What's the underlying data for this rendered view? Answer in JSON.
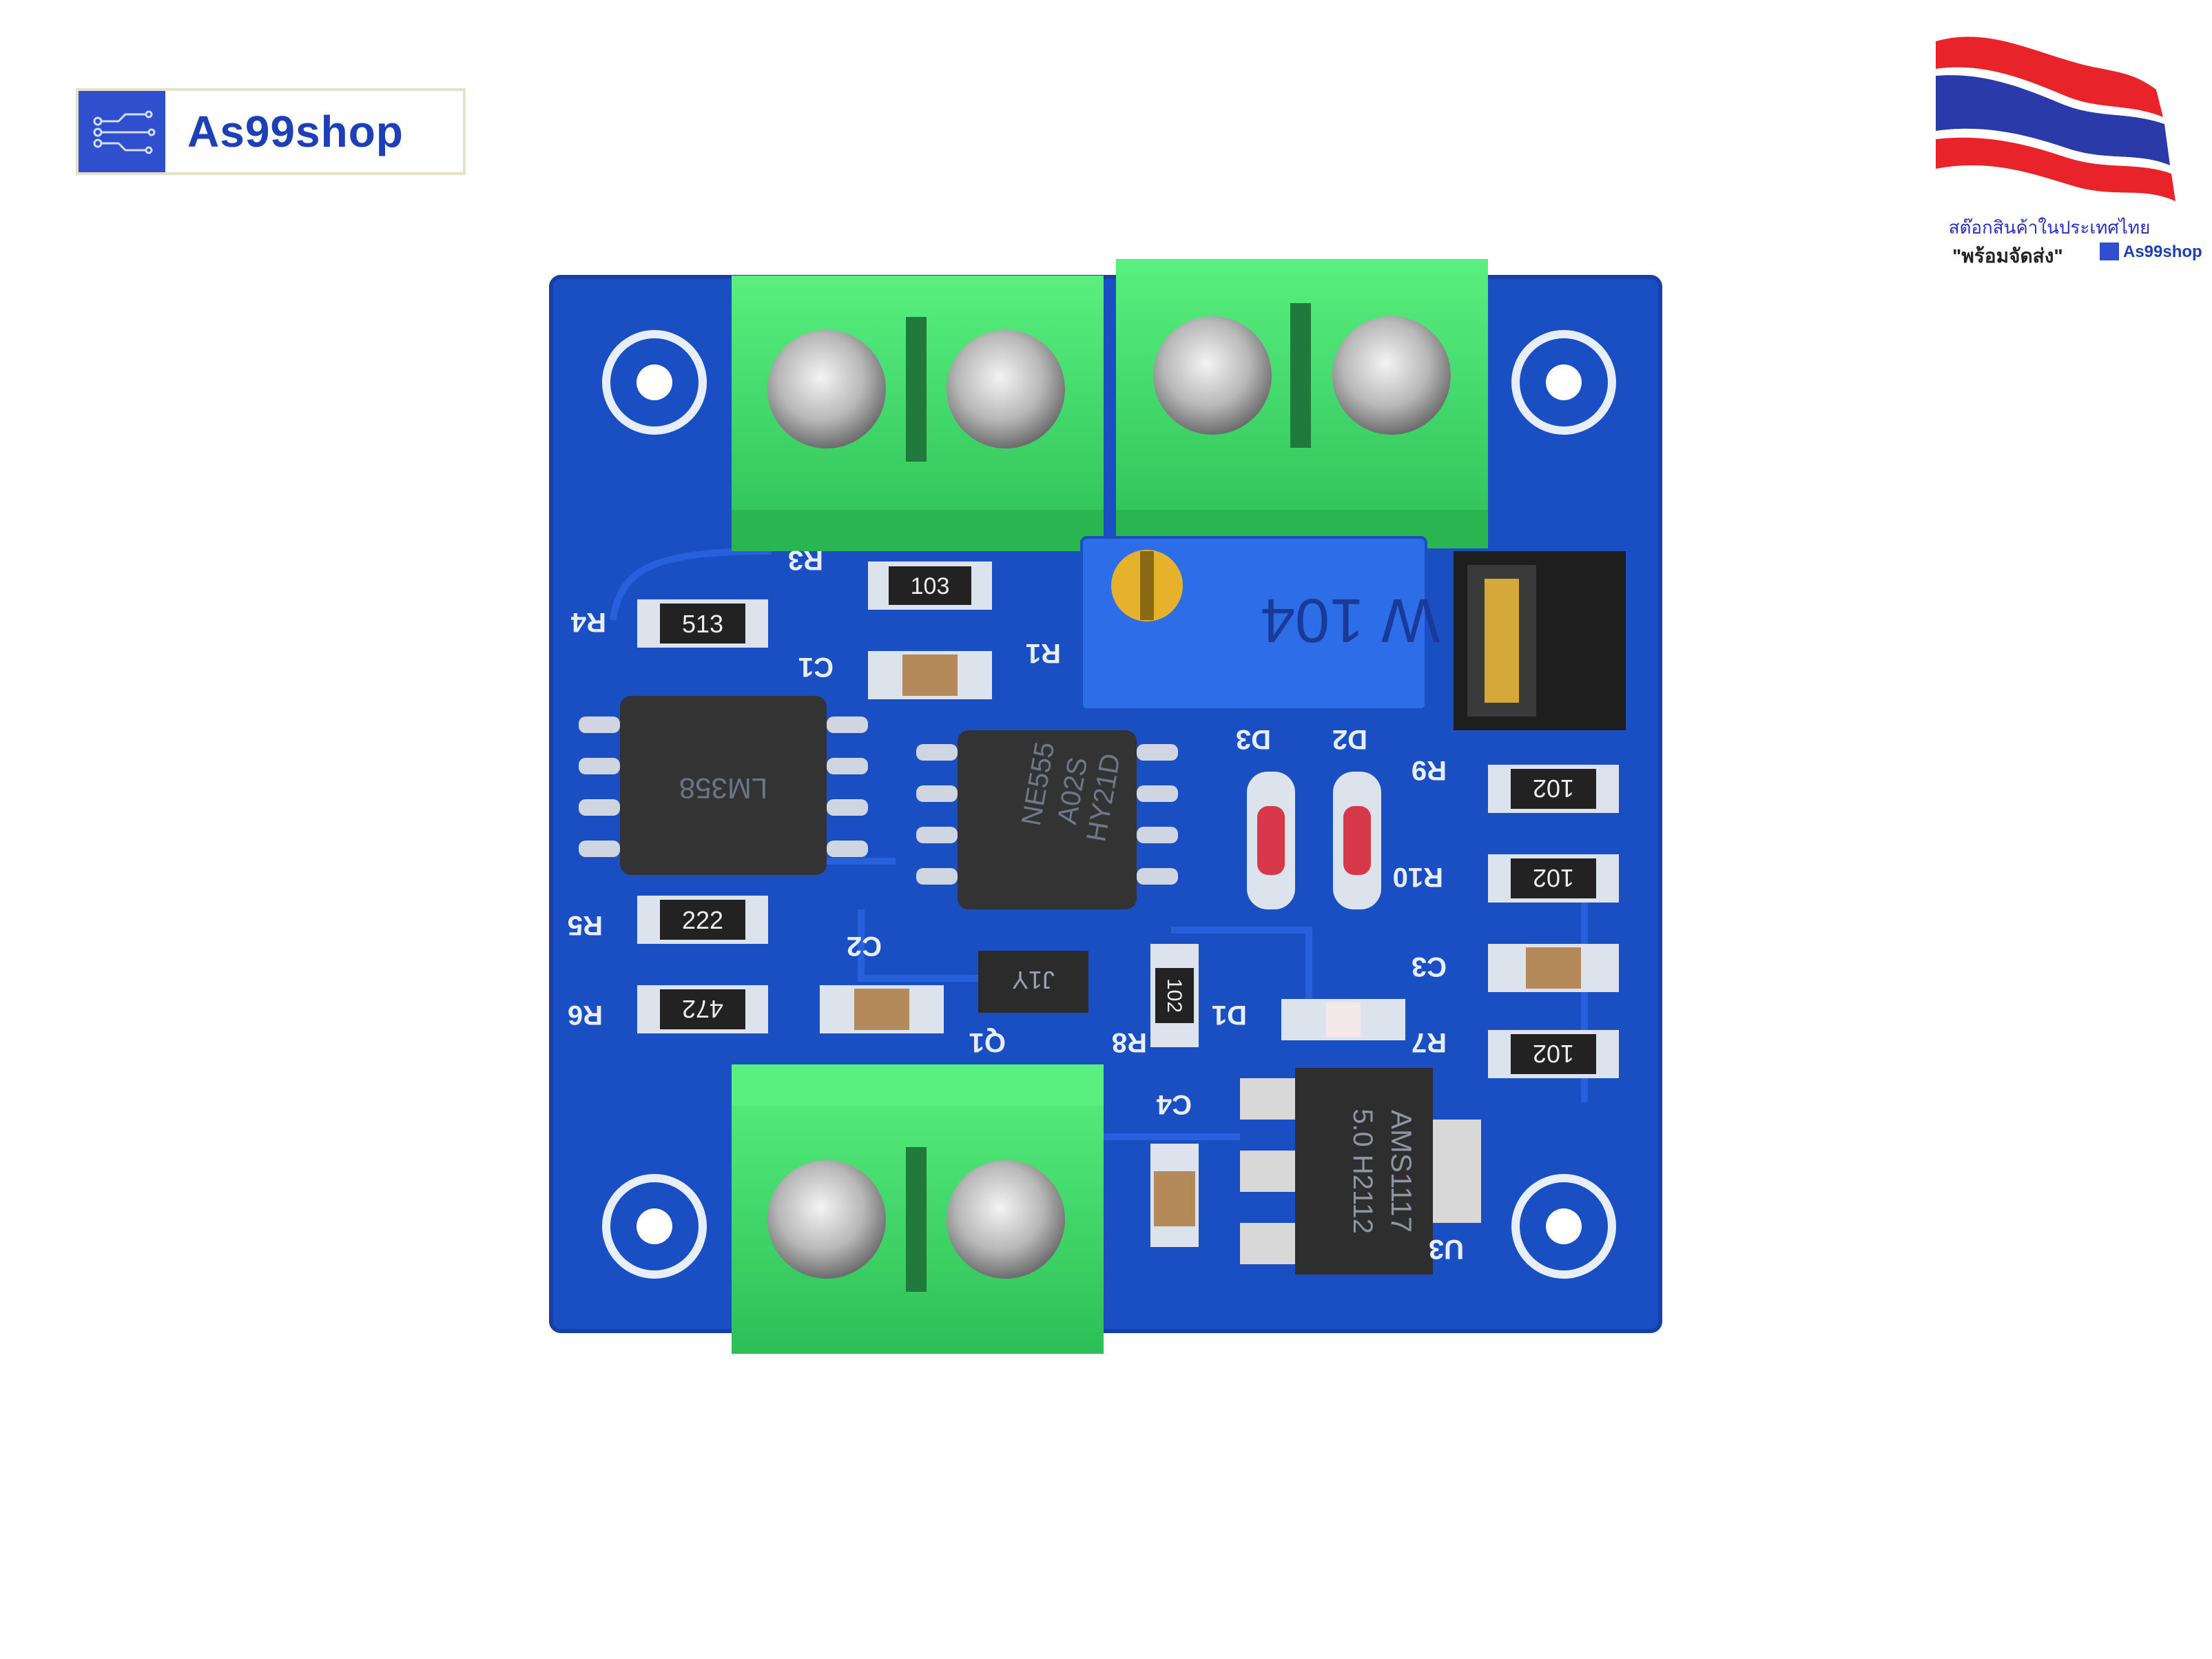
{
  "brand": {
    "name": "As99shop",
    "accent_color": "#2f4fcf"
  },
  "badge": {
    "line1": "สต๊อกสินค้าในประเทศไทย",
    "line2": "\"พร้อมจัดส่ง\"",
    "mini_brand": "As99shop",
    "flag_colors": [
      "#e8232a",
      "#ffffff",
      "#2a3aa8"
    ]
  },
  "product": {
    "board_color": "#1a4fc4",
    "silkscreen_color": "#e8eef8",
    "terminal_color": "#3ee06a",
    "components": {
      "ic_main": "NE555",
      "ic_main_line2": "A02S",
      "ic_main_line3": "HY21D",
      "ic_opamp": "LM358",
      "regulator_line1": "AMS1117",
      "regulator_line2": "5.0 H2112",
      "potentiometer": "W 104",
      "transistor": "J1Y",
      "r3_value": "103",
      "r4_value": "513",
      "r5_value": "222",
      "r6_value": "472",
      "r8_value": "102",
      "resistor_right_1": "102",
      "resistor_right_2": "102",
      "resistor_right_3": "102"
    },
    "labels": {
      "r1": "R1",
      "r3": "R3",
      "r4": "R4",
      "r5": "R5",
      "r6": "R6",
      "r7": "R7",
      "r8": "R8",
      "r9": "R9",
      "r10": "R10",
      "c1": "C1",
      "c2": "C2",
      "c3": "C3",
      "c4": "C4",
      "d1": "D1",
      "d2": "D2",
      "d3": "D3",
      "u3": "U3",
      "q1": "Q1"
    }
  }
}
